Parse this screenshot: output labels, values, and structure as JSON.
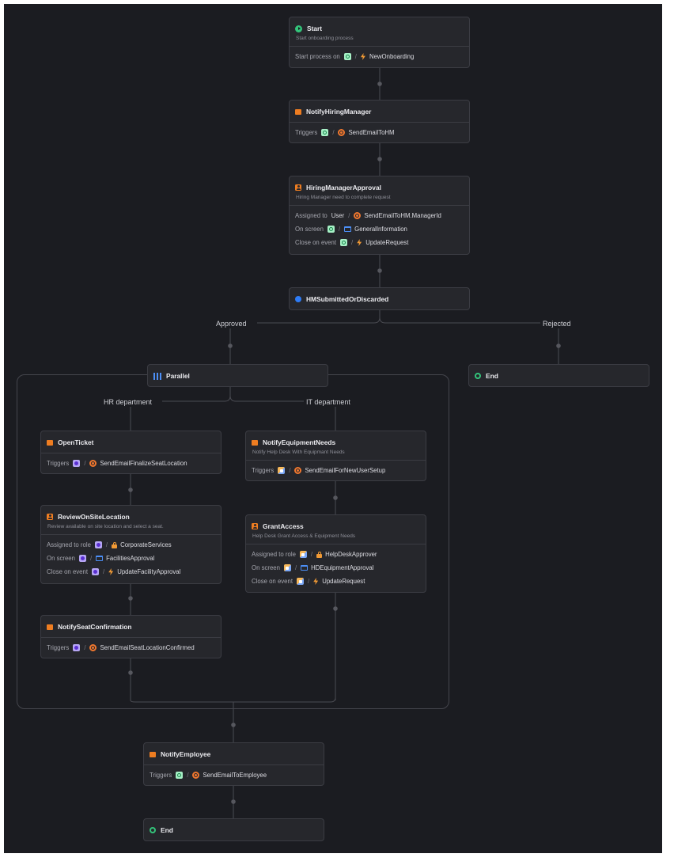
{
  "nodes": {
    "start": {
      "title": "Start",
      "subtitle": "Start onboarding process",
      "row_label": "Start process on",
      "value": "NewOnboarding"
    },
    "notify_hm": {
      "title": "NotifyHiringManager",
      "row_label": "Triggers",
      "value": "SendEmailToHM"
    },
    "hm_approval": {
      "title": "HiringManagerApproval",
      "subtitle": "Hiring Manager need to complete request",
      "assigned_label": "Assigned to",
      "assigned_user": "User",
      "assigned_value": "SendEmailToHM.ManagerId",
      "screen_label": "On screen",
      "screen_value": "GeneralInformation",
      "close_label": "Close on event",
      "close_value": "UpdateRequest"
    },
    "hm_decision": {
      "title": "HMSubmittedOrDiscarded"
    },
    "end_rejected": {
      "title": "End"
    },
    "parallel": {
      "title": "Parallel"
    },
    "open_ticket": {
      "title": "OpenTicket",
      "row_label": "Triggers",
      "value": "SendEmailFinalizeSeatLocation"
    },
    "review_site": {
      "title": "ReviewOnSiteLocation",
      "subtitle": "Review available on site location and select a seat.",
      "assigned_label": "Assigned to role",
      "assigned_value": "CorporateServices",
      "screen_label": "On screen",
      "screen_value": "FacilitiesApproval",
      "close_label": "Close on event",
      "close_value": "UpdateFacilityApproval"
    },
    "notify_seat": {
      "title": "NotifySeatConfirmation",
      "row_label": "Triggers",
      "value": "SendEmailSeatLocationConfirmed"
    },
    "notify_equipment": {
      "title": "NotifyEquipmentNeeds",
      "subtitle": "Notify Help Desk With Equipmant Needs",
      "row_label": "Triggers",
      "value": "SendEmailForNewUserSetup"
    },
    "grant_access": {
      "title": "GrantAccess",
      "subtitle": "Help Desk Grant Access & Equipment Needs",
      "assigned_label": "Assigned to role",
      "assigned_value": "HelpDeskApprover",
      "screen_label": "On screen",
      "screen_value": "HDEquipmentApproval",
      "close_label": "Close on event",
      "close_value": "UpdateRequest"
    },
    "notify_employee": {
      "title": "NotifyEmployee",
      "row_label": "Triggers",
      "value": "SendEmailToEmployee"
    },
    "end_final": {
      "title": "End"
    }
  },
  "edge_labels": {
    "approved": "Approved",
    "rejected": "Rejected",
    "hr": "HR department",
    "it": "IT department"
  },
  "separator": "/",
  "colors": {
    "canvas": "#1b1c21",
    "node": "#26272c",
    "border": "#3b3c43",
    "wire": "#4a4b52",
    "orange": "#ee7d21",
    "green": "#33c47a",
    "blue": "#2e7cf6"
  }
}
